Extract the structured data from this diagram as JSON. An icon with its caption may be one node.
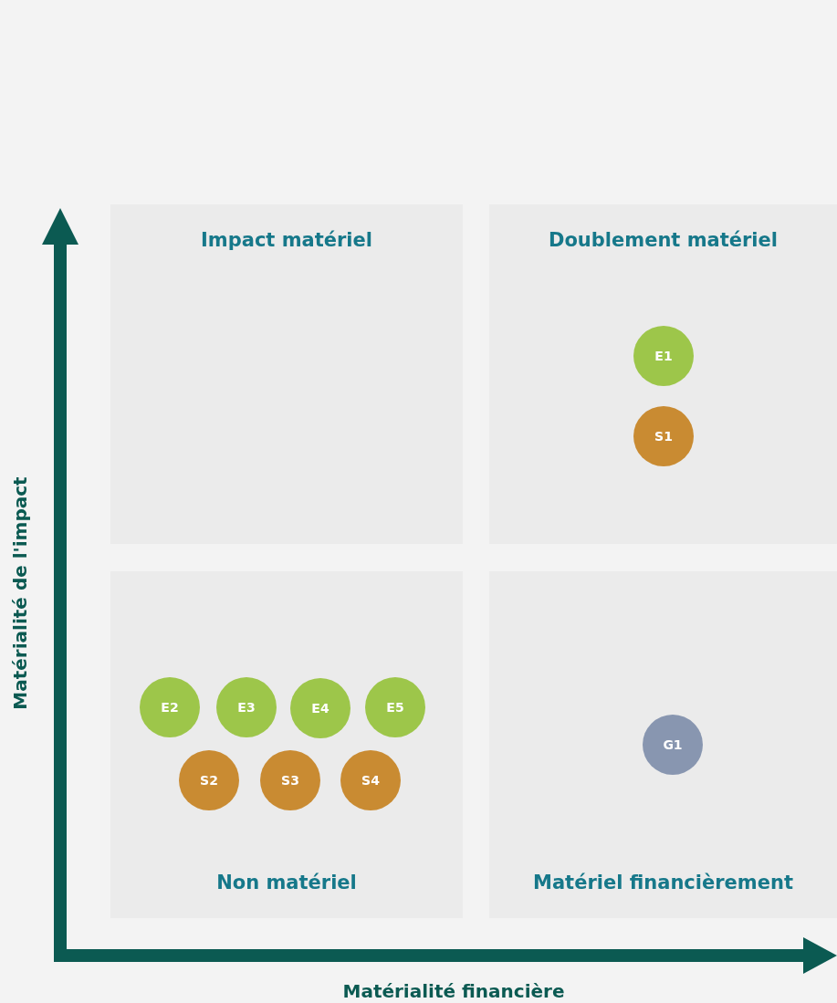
{
  "diagram": {
    "nodes": [
      {
        "text": [
          "Impact matériel"
        ]
      },
      {
        "text": [
          "Doublement matériel"
        ]
      },
      {
        "text": [
          "E1"
        ],
        "in": 1
      },
      {
        "text": [
          "S1"
        ],
        "in": 1
      },
      {
        "text": [
          "Non matériel"
        ]
      },
      {
        "text": [
          "Matériel financièrement"
        ]
      },
      {
        "text": [
          "E2"
        ],
        "in": 4
      },
      {
        "text": [
          "E3"
        ],
        "in": 4
      },
      {
        "text": [
          "E4"
        ],
        "in": 4
      },
      {
        "text": [
          "E5"
        ],
        "in": 4
      },
      {
        "text": [
          "S2"
        ],
        "in": 4
      },
      {
        "text": [
          "S3"
        ],
        "in": 4
      },
      {
        "text": [
          "S4"
        ],
        "in": 4
      },
      {
        "text": [
          "G1"
        ],
        "in": 5
      }
    ],
    "edges": [],
    "labels": [
      "Matérialité de l'impact",
      "Matérialité financière"
    ]
  }
}
